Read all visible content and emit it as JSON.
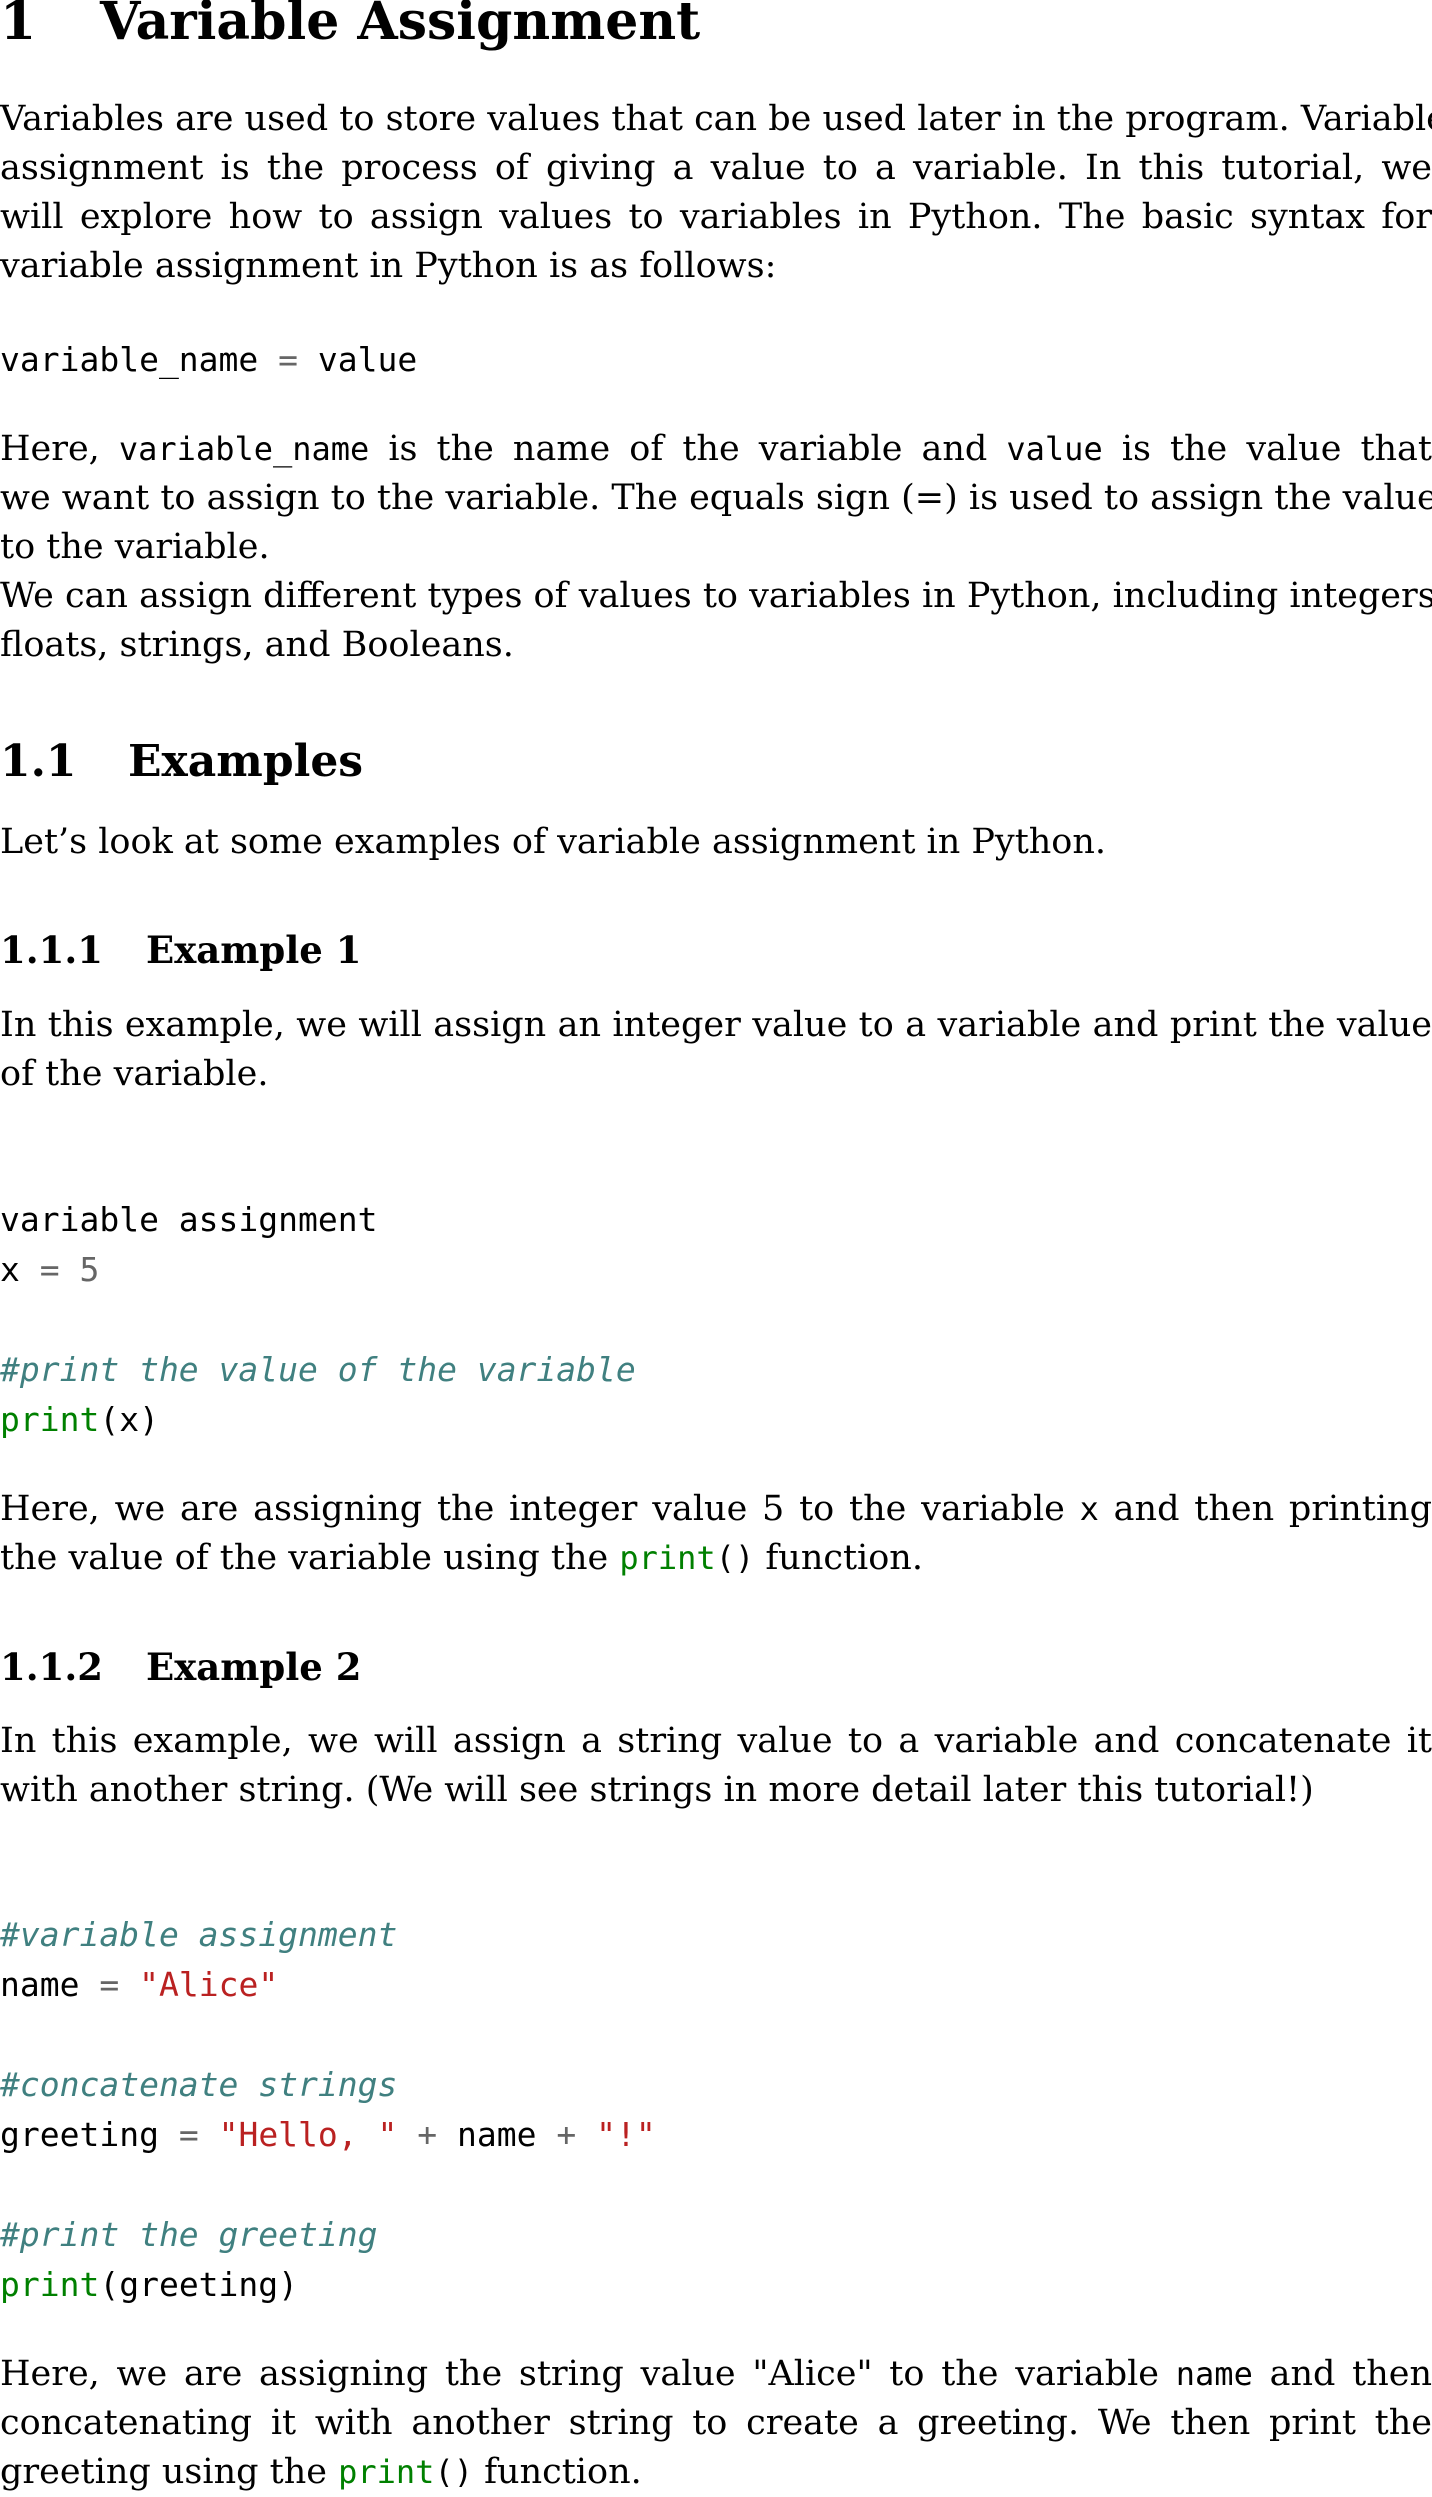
{
  "section": {
    "number": "1",
    "title": "Variable Assignment"
  },
  "intro": {
    "lines": [
      "Variables are used to store values that can be used later in the program. Variable",
      "assignment is the process of giving a value to a variable. In this tutorial, we",
      "will explore how to assign values to variables in Python. The basic syntax for",
      "variable assignment in Python is as follows:"
    ]
  },
  "syntax": {
    "name": "variable_name",
    "op": "=",
    "value": "value"
  },
  "explain": {
    "line1_pre": "Here, ",
    "line1_code1": "variable_name",
    "line1_mid": " is the name of the variable and ",
    "line1_code2": "value",
    "line1_post": " is the value that",
    "line2": "we want to assign to the variable. The equals sign (=) is used to assign the value",
    "line3": "to the variable.",
    "line4": "We can assign different types of values to variables in Python, including integers,",
    "line5": "floats, strings, and Booleans."
  },
  "subsection": {
    "number": "1.1",
    "title": "Examples"
  },
  "examples_intro": "Let’s look at some examples of variable assignment in Python.",
  "example1": {
    "number": "1.1.1",
    "title": "Example 1",
    "desc_line1": "In this example, we will assign an integer value to a variable and print the value",
    "desc_line2": "of the variable.",
    "code": {
      "line1": "variable assignment",
      "line2_var": "x",
      "line2_op": "=",
      "line2_val": "5",
      "line3": "#print the value of the variable",
      "line4_fn": "print",
      "line4_args": "(x)"
    },
    "after_line1_pre": "Here, we are assigning the integer value 5 to the variable ",
    "after_line1_code": "x",
    "after_line1_post": " and then printing",
    "after_line2_pre": "the value of the variable using the ",
    "after_line2_fn": "print",
    "after_line2_paren": "()",
    "after_line2_post": " function."
  },
  "example2": {
    "number": "1.1.2",
    "title": "Example 2",
    "desc_line1": "In this example, we will assign a string value to a variable and concatenate it",
    "desc_line2": "with another string. (We will see strings in more detail later this tutorial!)",
    "code": {
      "c1": "#variable assignment",
      "l1_var": "name",
      "l1_op": "=",
      "l1_str": "\"Alice\"",
      "c2": "#concatenate strings",
      "l2_var": "greeting",
      "l2_op1": "=",
      "l2_str1": "\"Hello, \"",
      "l2_op2": "+",
      "l2_name": "name",
      "l2_op3": "+",
      "l2_str2": "\"!\"",
      "c3": "#print the greeting",
      "l3_fn": "print",
      "l3_args": "(greeting)"
    },
    "after_line1_pre": "Here, we are assigning the string value \"Alice\" to the variable ",
    "after_line1_code": "name",
    "after_line1_post": " and then",
    "after_line2": "concatenating it with another string to create a greeting. We then print the",
    "after_line3_pre": "greeting using the ",
    "after_line3_fn": "print",
    "after_line3_paren": "()",
    "after_line3_post": " function."
  }
}
